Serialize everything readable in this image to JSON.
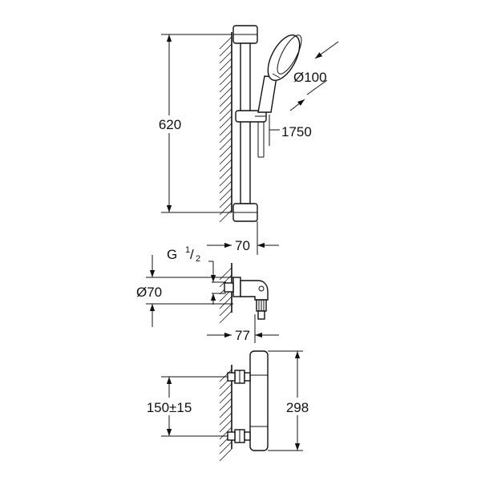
{
  "shower_set": {
    "height_label": "620",
    "head_diameter_label": "Ø100",
    "hose_length_label": "1750",
    "projection_label": "70"
  },
  "connection": {
    "thread_label": "G",
    "thread_fraction_num": "1",
    "thread_fraction_den": "2",
    "rosette_diameter_label": "Ø70",
    "projection_label": "77"
  },
  "thermostat": {
    "center_distance_label": "150±15",
    "height_label": "298"
  }
}
